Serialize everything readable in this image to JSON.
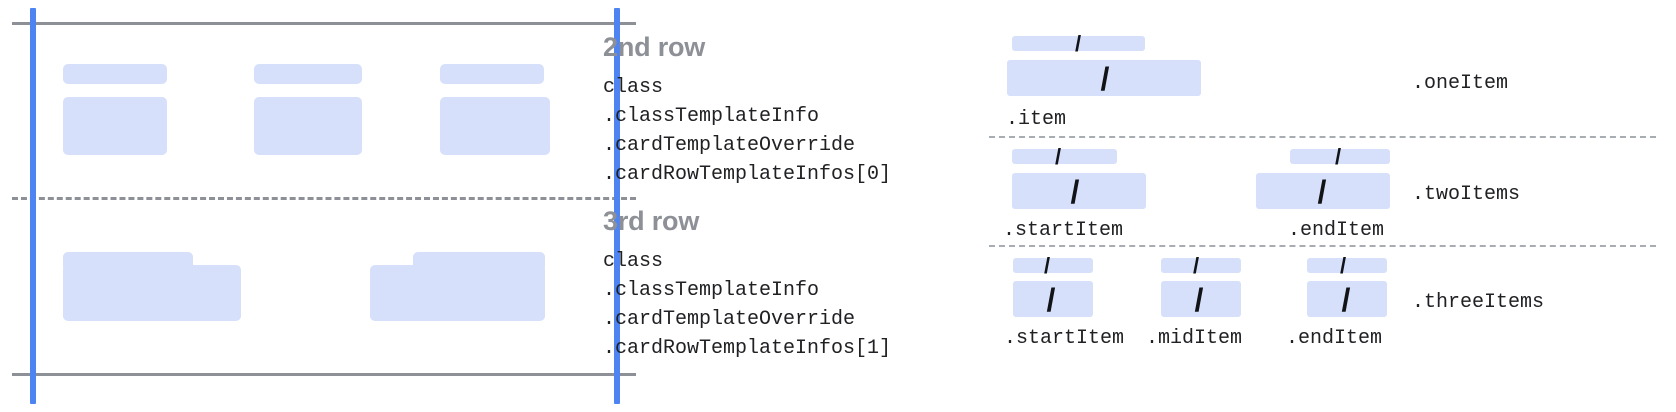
{
  "diagram": {
    "title_color": "#8d9096",
    "accent_color": "#4d84f2",
    "placeholder_color": "#d6e0fa",
    "rule_color": "#8d9096",
    "text_color": "#202124"
  },
  "left_panel": {
    "rows": [
      {
        "name": "second-row",
        "cells": [
          {
            "label_w": 104,
            "body_w": 104
          },
          {
            "label_w": 108,
            "body_w": 108
          },
          {
            "label_w": 104,
            "body_w": 110
          }
        ]
      },
      {
        "name": "third-row",
        "cells": [
          {
            "label_w": 130,
            "body_w": 178
          },
          {
            "label_w": 132,
            "body_w": 152
          }
        ]
      }
    ]
  },
  "center_panel": {
    "blocks": [
      {
        "title": "2nd row",
        "lines": [
          "class",
          ".classTemplateInfo",
          ".cardTemplateOverride",
          ".cardRowTemplateInfos[0]"
        ]
      },
      {
        "title": "3rd row",
        "lines": [
          "class",
          ".classTemplateInfo",
          ".cardTemplateOverride",
          ".cardRowTemplateInfos[1]"
        ]
      }
    ]
  },
  "right_panel": {
    "groups": [
      {
        "name": "one-item",
        "row_label": ".oneItem",
        "slots": [
          {
            "caption": ".item",
            "slash": "/"
          }
        ]
      },
      {
        "name": "two-items",
        "row_label": ".twoItems",
        "slots": [
          {
            "caption": ".startItem",
            "slash": "/"
          },
          {
            "caption": ".endItem",
            "slash": "/"
          }
        ]
      },
      {
        "name": "three-items",
        "row_label": ".threeItems",
        "slots": [
          {
            "caption": ".startItem",
            "slash": "/"
          },
          {
            "caption": ".midItem",
            "slash": "/"
          },
          {
            "caption": ".endItem",
            "slash": "/"
          }
        ]
      }
    ]
  }
}
